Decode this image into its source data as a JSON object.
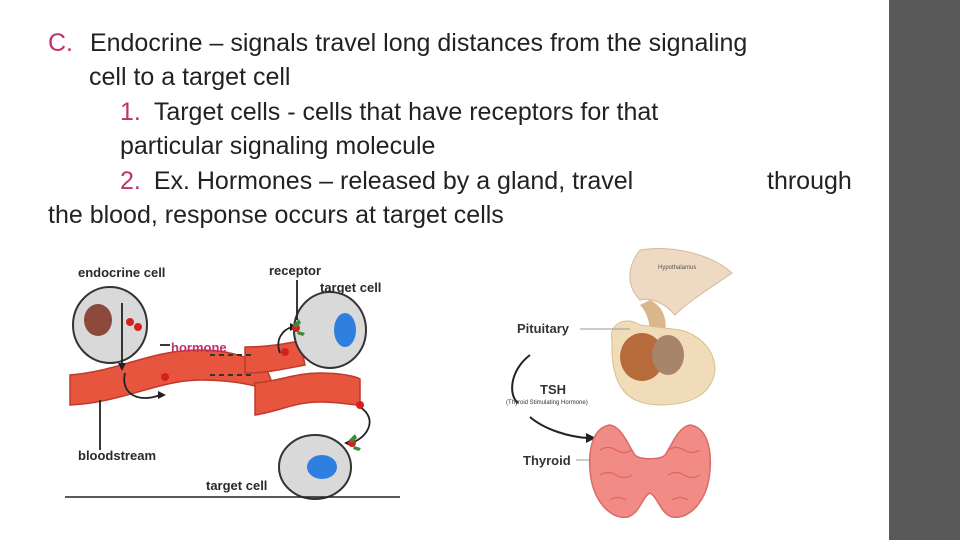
{
  "slide": {
    "items": [
      {
        "marker": "C.",
        "text": "Endocrine – signals travel long distances from the signaling"
      },
      {
        "text": "cell to a target cell"
      },
      {
        "marker": "1.",
        "text": "Target cells  - cells that have receptors for that"
      },
      {
        "text": "particular  signaling molecule"
      },
      {
        "marker": "2.",
        "text": "Ex. Hormones – released by a gland, travel",
        "tail": "through"
      },
      {
        "text": "the blood, response occurs at target cells"
      }
    ]
  },
  "diagram_left": {
    "labels": {
      "endocrine_cell": "endocrine cell",
      "receptor": "receptor",
      "target_cell_top": "target cell",
      "hormone": "hormone",
      "bloodstream": "bloodstream",
      "target_cell_bottom": "target cell"
    }
  },
  "diagram_right": {
    "labels": {
      "hypothalamus": "Hypothalamus",
      "pituitary": "Pituitary",
      "tsh": "TSH",
      "tsh_full": "(Thyroid Stimulating Hormone)",
      "thyroid": "Thyroid"
    }
  },
  "colors": {
    "marker": "#c0306e",
    "bloodstream": "#e8553f",
    "cell_fill": "#d9d9d9",
    "nucleus_endocrine": "#8b4a3c",
    "nucleus_target": "#2f7fe0",
    "hormone_dot": "#d42020",
    "receptor": "#3c8a3c",
    "sidebar": "#595959"
  }
}
